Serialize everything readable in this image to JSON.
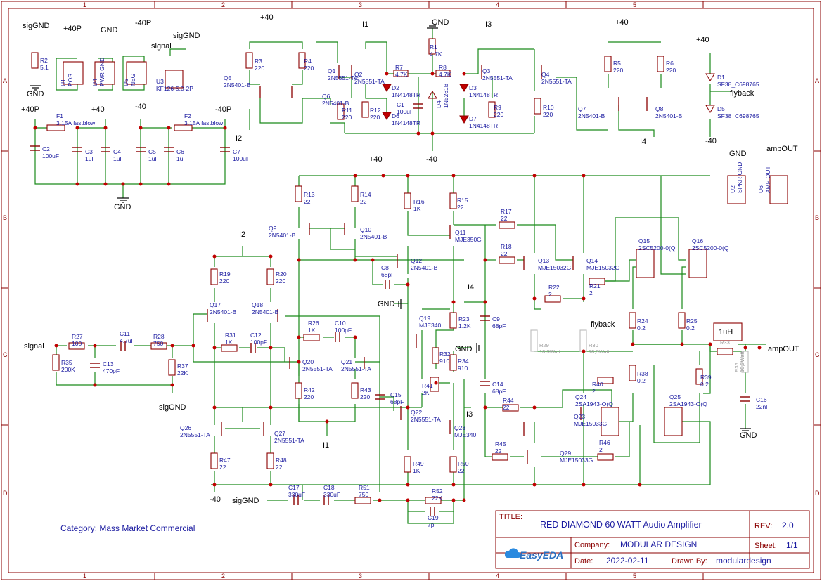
{
  "title_block": {
    "title_key": "TITLE:",
    "title": "RED DIAMOND 60 WATT Audio Amplifier",
    "rev_key": "REV:",
    "rev": "2.0",
    "company_key": "Company:",
    "company": "MODULAR DESIGN",
    "sheet_key": "Sheet:",
    "sheet": "1/1",
    "date_key": "Date:",
    "date": "2022-02-11",
    "drawn_key": "Drawn By:",
    "drawn_by": "modulardesign",
    "logo": "EasyEDA"
  },
  "category": "Category: Mass Market Commercial",
  "ruler": {
    "columns": [
      "1",
      "2",
      "3",
      "4",
      "5"
    ],
    "rows": [
      "A",
      "B",
      "C",
      "D"
    ]
  },
  "nets": {
    "siggnd_top": "sigGND",
    "p40p_top": "+40P",
    "gnd_top": "GND",
    "m40p_top": "-40P",
    "siggnd_u3": "sigGND",
    "signal_u3": "signal",
    "gnd_left": "GND",
    "p40p_rail": "+40P",
    "p40_rail": "+40",
    "m40_rail": "-40",
    "m40p_rail": "-40P",
    "gnd_bottom_left": "GND",
    "p40_q5": "+40",
    "i1_top": "I1",
    "gnd_r1": "GND",
    "i3_top": "I3",
    "p40_q7": "+40",
    "i2_q5": "I2",
    "m40_d4": "-40",
    "i4_q8": "I4",
    "p40_d1": "+40",
    "flyback_d": "flyback",
    "m40_d5": "-40",
    "gnd_spkr": "GND",
    "ampout_u6": "ampOUT",
    "p40_main": "+40",
    "i2_main": "I2",
    "signal_in": "signal",
    "siggnd_r37": "sigGND",
    "gnd_c8": "GND",
    "i4_main": "I4",
    "gnd_r32": "GND",
    "flyback_main": "flyback",
    "ampout_main": "ampOUT",
    "i3_main": "I3",
    "i1_main": "I1",
    "m40_main": "-40",
    "siggnd_bottom": "sigGND",
    "gnd_c16": "GND"
  },
  "components": {
    "R2": [
      "R2",
      "5.1"
    ],
    "U1": [
      "U1",
      "POS"
    ],
    "U4": [
      "U4",
      "PWR GND"
    ],
    "U5": [
      "U5",
      "NEG"
    ],
    "U3": [
      "U3",
      "KF126-5.0-2P"
    ],
    "F1": [
      "F1",
      "3.15A fastblow"
    ],
    "F2": [
      "F2",
      "3.15A fastblow"
    ],
    "C2": [
      "C2",
      "100uF"
    ],
    "C3": [
      "C3",
      "1uF"
    ],
    "C4": [
      "C4",
      "1uF"
    ],
    "C5": [
      "C5",
      "1uF"
    ],
    "C6": [
      "C6",
      "1uF"
    ],
    "C7": [
      "C7",
      "100uF"
    ],
    "R3": [
      "R3",
      "220"
    ],
    "R4": [
      "R4",
      "220"
    ],
    "Q5": [
      "Q5",
      "2N5401-B"
    ],
    "Q6": [
      "Q6",
      "2N5401-B"
    ],
    "Q1": [
      "Q1",
      "2N5551-TA"
    ],
    "Q2": [
      "Q2",
      "2N5551-TA"
    ],
    "R11": [
      "R11",
      "220"
    ],
    "R12": [
      "R12",
      "220"
    ],
    "R7": [
      "R7",
      "4.7K"
    ],
    "D2": [
      "D2",
      "1N4148TR"
    ],
    "D6": [
      "D6",
      "1N4148TR"
    ],
    "C1": [
      "C1",
      "100uF"
    ],
    "R1": [
      "R1",
      "4.7K"
    ],
    "R8": [
      "R8",
      "4.7K"
    ],
    "D4": [
      "D4",
      "1N5261B"
    ],
    "D3": [
      "D3",
      "1N4148TR"
    ],
    "D7": [
      "D7",
      "1N4148TR"
    ],
    "R9": [
      "R9",
      "220"
    ],
    "Q3": [
      "Q3",
      "2N5551-TA"
    ],
    "Q4": [
      "Q4",
      "2N5551-TA"
    ],
    "R10": [
      "R10",
      "220"
    ],
    "R5": [
      "R5",
      "220"
    ],
    "R6": [
      "R6",
      "220"
    ],
    "Q7": [
      "Q7",
      "2N5401-B"
    ],
    "Q8": [
      "Q8",
      "2N5401-B"
    ],
    "D1": [
      "D1",
      "SF38_C698765"
    ],
    "D5": [
      "D5",
      "SF38_C698765"
    ],
    "U2": [
      "U2",
      "SPKR GND"
    ],
    "U6": [
      "U6",
      "AMP OUT"
    ],
    "R13": [
      "R13",
      "22"
    ],
    "R14": [
      "R14",
      "22"
    ],
    "R16": [
      "R16",
      "1K"
    ],
    "R15": [
      "R15",
      "22"
    ],
    "Q9": [
      "Q9",
      "2N5401-B"
    ],
    "Q10": [
      "Q10",
      "2N5401-B"
    ],
    "Q11": [
      "Q11",
      "MJE350G"
    ],
    "Q12": [
      "Q12",
      "2N5401-B"
    ],
    "C8": [
      "C8",
      "68pF"
    ],
    "R17": [
      "R17",
      "22"
    ],
    "R18": [
      "R18",
      "22"
    ],
    "Q13": [
      "Q13",
      "MJE15032G"
    ],
    "Q14": [
      "Q14",
      "MJE15032G"
    ],
    "R21": [
      "R21",
      "2"
    ],
    "R22": [
      "R22",
      "2"
    ],
    "Q15": [
      "Q15",
      "2SC5200-0(Q"
    ],
    "Q16": [
      "Q16",
      "2SC5200-0(Q"
    ],
    "R19": [
      "R19",
      "220"
    ],
    "R20": [
      "R20",
      "220"
    ],
    "Q17": [
      "Q17",
      "2N5401-B"
    ],
    "Q18": [
      "Q18",
      "2N5401-B"
    ],
    "R26": [
      "R26",
      "1K"
    ],
    "C10": [
      "C10",
      "100pF"
    ],
    "R31": [
      "R31",
      "1K"
    ],
    "C12": [
      "C12",
      "100pF"
    ],
    "Q20": [
      "Q20",
      "2N5551-TA"
    ],
    "Q21": [
      "Q21",
      "2N5551-TA"
    ],
    "R42": [
      "R42",
      "220"
    ],
    "R43": [
      "R43",
      "220"
    ],
    "Q19": [
      "Q19",
      "MJE340"
    ],
    "R23": [
      "R23",
      "1.2K"
    ],
    "R32": [
      "R32",
      "910"
    ],
    "R34": [
      "R34",
      "910"
    ],
    "R41": [
      "R41",
      "2K"
    ],
    "C9": [
      "C9",
      "68pF"
    ],
    "C14": [
      "C14",
      "68pF"
    ],
    "R29": [
      "R29",
      "10,3Watt"
    ],
    "R30": [
      "R30",
      "10,3Watt"
    ],
    "R24": [
      "R24",
      "0.2"
    ],
    "R25": [
      "R25",
      "0.2"
    ],
    "L1": [
      "1uH",
      "R33"
    ],
    "R36": [
      "R36",
      "10,3Watt"
    ],
    "R38": [
      "R38",
      "0.2"
    ],
    "R39": [
      "R39",
      "0.2"
    ],
    "R40": [
      "R40",
      "2"
    ],
    "C16": [
      "C16",
      "22nF"
    ],
    "R27": [
      "R27",
      "100"
    ],
    "C11": [
      "C11",
      "4.7uF"
    ],
    "R28": [
      "R28",
      "750"
    ],
    "R35": [
      "R35",
      "200K"
    ],
    "C13": [
      "C13",
      "470pF"
    ],
    "R37": [
      "R37",
      "22K"
    ],
    "C15": [
      "C15",
      "68pF"
    ],
    "Q22": [
      "Q22",
      "2N5551-TA"
    ],
    "Q28": [
      "Q28",
      "MJE340"
    ],
    "R44": [
      "R44",
      "22"
    ],
    "Q24": [
      "Q24",
      "2SA1943-O(Q"
    ],
    "Q25": [
      "Q25",
      "2SA1943-O(Q"
    ],
    "Q23": [
      "Q23",
      "MJE15033G"
    ],
    "R45": [
      "R45",
      "22"
    ],
    "Q29": [
      "Q29",
      "MJE15033G"
    ],
    "R46": [
      "R46",
      "2"
    ],
    "Q26": [
      "Q26",
      "2N5551-TA"
    ],
    "Q27": [
      "Q27",
      "2N5551-TA"
    ],
    "R47": [
      "R47",
      "22"
    ],
    "R48": [
      "R48",
      "22"
    ],
    "R49": [
      "R49",
      "1K"
    ],
    "R50": [
      "R50",
      "22"
    ],
    "C17": [
      "C17",
      "330uF"
    ],
    "C18": [
      "C18",
      "330uF"
    ],
    "R51": [
      "R51",
      "750"
    ],
    "R52": [
      "R52",
      "22K"
    ],
    "C19": [
      "C19",
      "7pF"
    ]
  },
  "colors": {
    "wire": "#1a8a1a",
    "component": "#8b0000",
    "label": "#1a1aa0",
    "frame": "#8b0000"
  }
}
